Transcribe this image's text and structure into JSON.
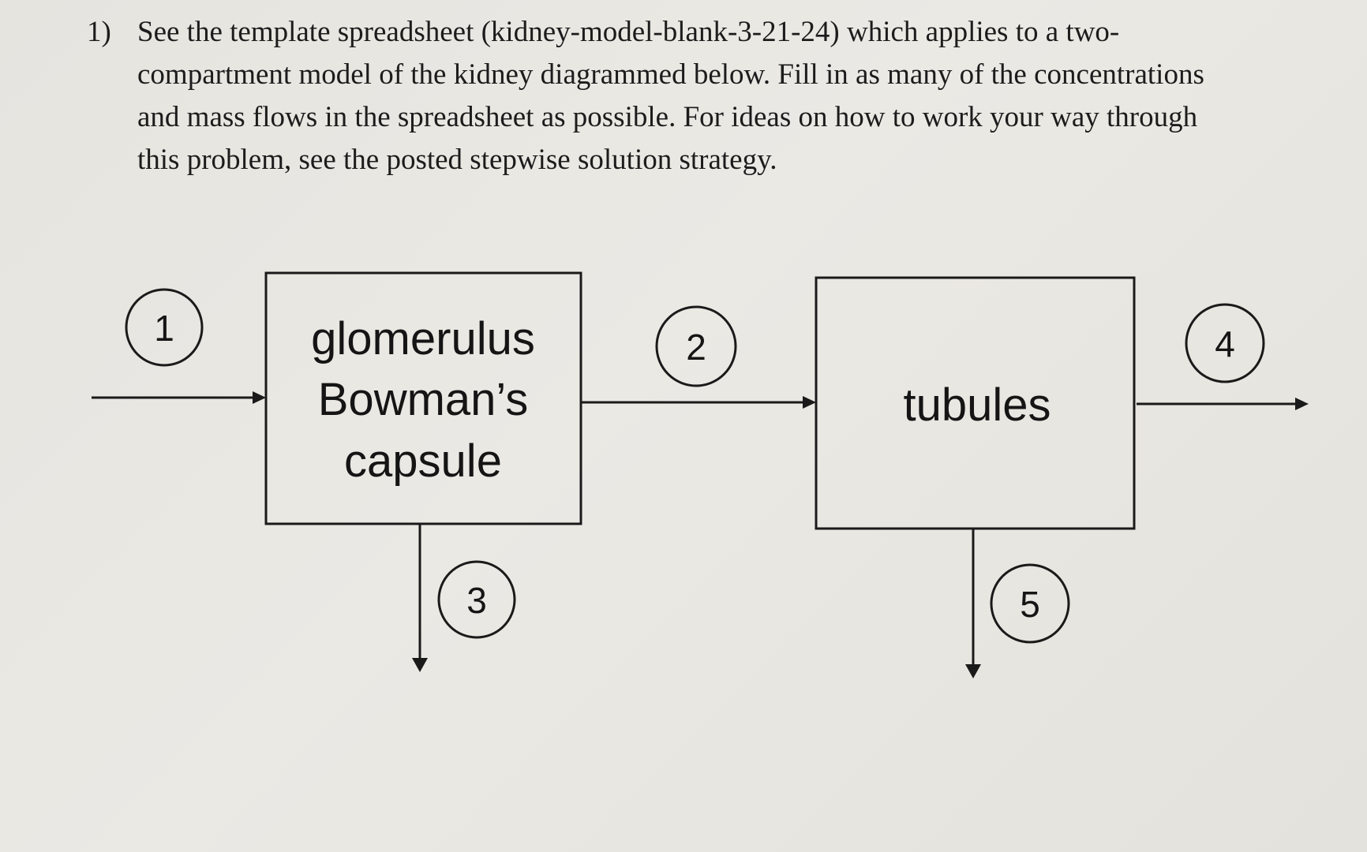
{
  "problem": {
    "number": "1)",
    "lines": [
      "See the template spreadsheet (kidney-model-blank-3-21-24) which applies to a two-",
      "compartment model of the kidney diagrammed below.  Fill in as many of the concentrations",
      "and mass flows in the spreadsheet as possible.  For ideas on how to work your way through",
      "this problem, see the posted stepwise solution strategy."
    ]
  },
  "diagram": {
    "compartment_1": {
      "lines": [
        "glomerulus",
        "Bowman’s",
        "capsule"
      ]
    },
    "compartment_2": {
      "lines": [
        "tubules"
      ]
    },
    "streams": [
      {
        "label": "1"
      },
      {
        "label": "2"
      },
      {
        "label": "3"
      },
      {
        "label": "4"
      },
      {
        "label": "5"
      }
    ]
  }
}
